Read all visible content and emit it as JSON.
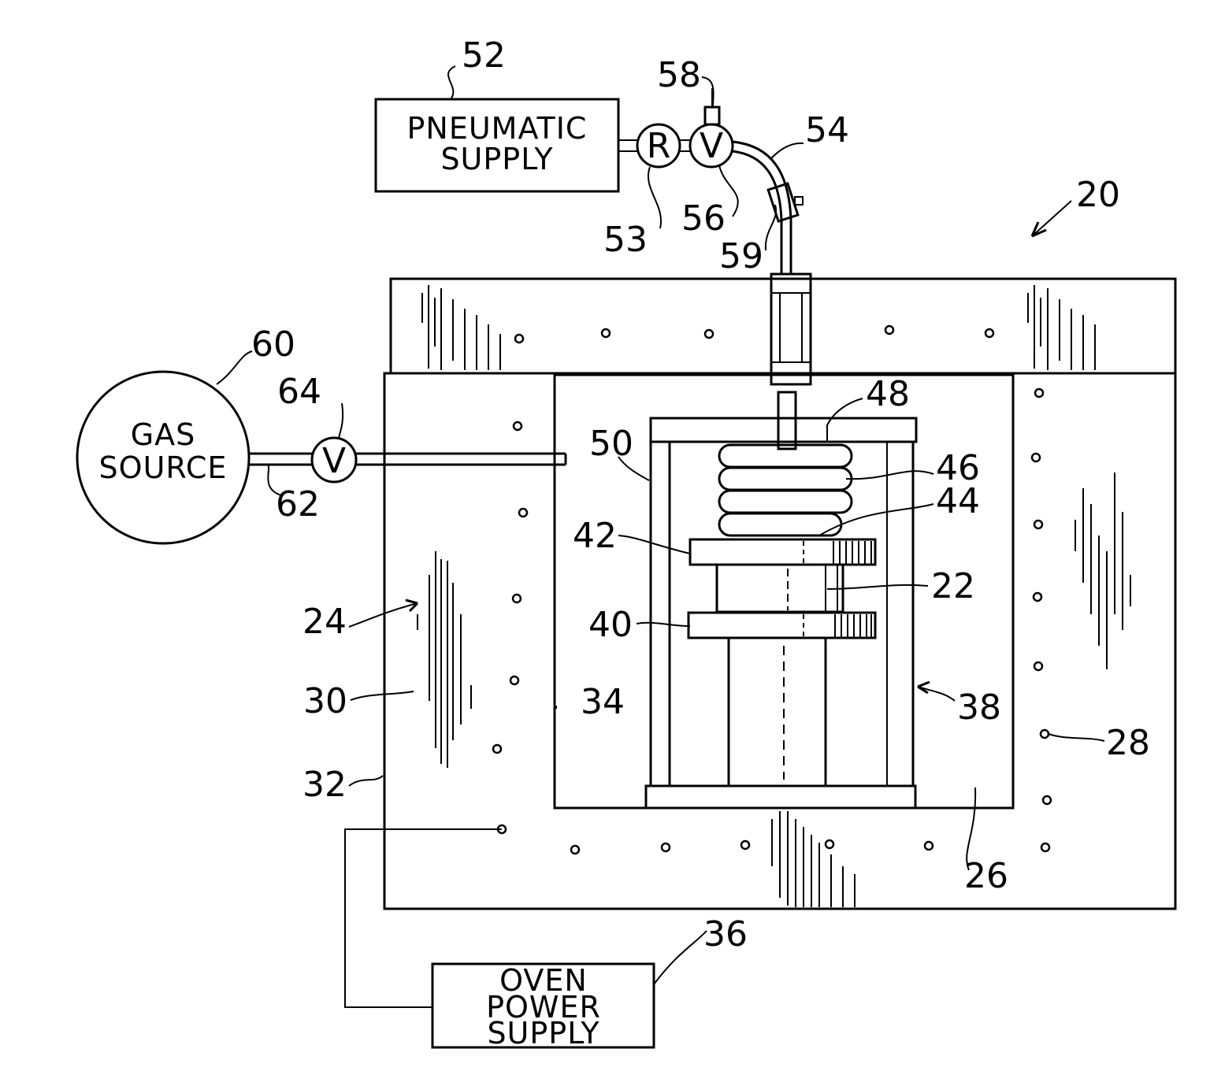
{
  "components": {
    "pneumatic_supply": {
      "line1": "PNEUMATIC",
      "line2": "SUPPLY"
    },
    "gas_source": {
      "line1": "GAS",
      "line2": "SOURCE"
    },
    "oven_power_supply": {
      "line1": "OVEN",
      "line2": "POWER",
      "line3": "SUPPLY"
    },
    "regulator_symbol": "R",
    "valve_symbol": "V",
    "gas_valve_symbol": "V"
  },
  "reference_numerals": {
    "r20": "20",
    "r22": "22",
    "r24": "24",
    "r26": "26",
    "r28": "28",
    "r30": "30",
    "r32": "32",
    "r34": "34",
    "r36": "36",
    "r38": "38",
    "r40": "40",
    "r42": "42",
    "r44": "44",
    "r46": "46",
    "r48": "48",
    "r50": "50",
    "r52": "52",
    "r53": "53",
    "r54": "54",
    "r56": "56",
    "r58": "58",
    "r59": "59",
    "r60": "60",
    "r62": "62",
    "r64": "64"
  }
}
